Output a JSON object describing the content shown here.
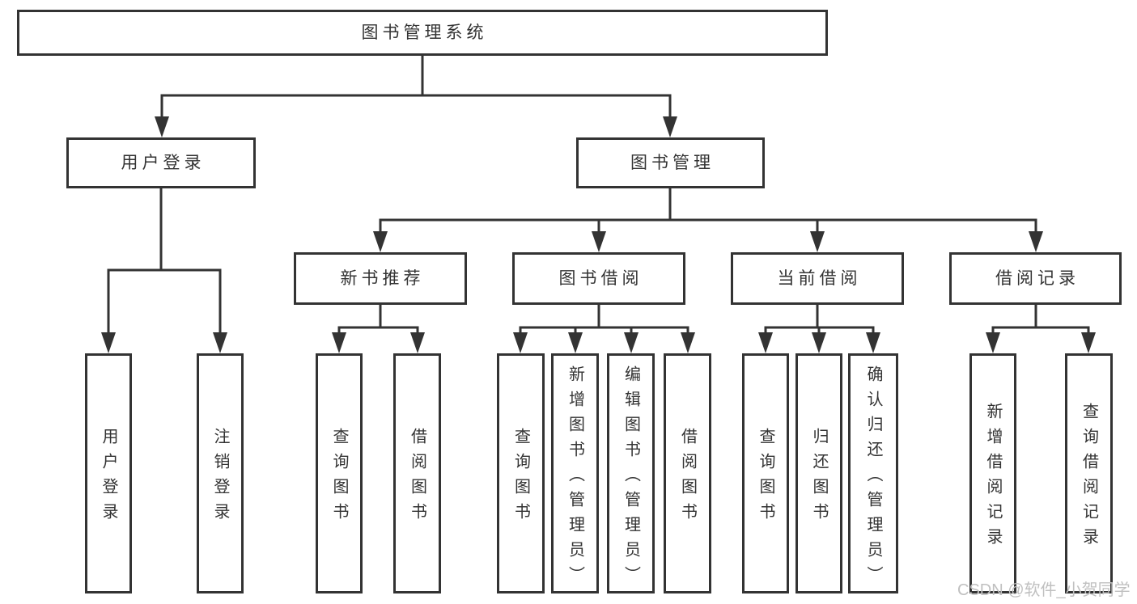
{
  "labels": {
    "root": "图书管理系统",
    "user_login": "用户登录",
    "book_mgmt": "图书管理",
    "new_book_rec": "新书推荐",
    "book_borrow": "图书借阅",
    "current_borrow": "当前借阅",
    "borrow_record": "借阅记录",
    "leaf_user_login": "用户登录",
    "leaf_logout": "注销登录",
    "leaf_query_book_1": "查询图书",
    "leaf_borrow_book_1": "借阅图书",
    "leaf_query_book_2": "查询图书",
    "leaf_add_book_admin": "新增图书（管理员）",
    "leaf_edit_book_admin": "编辑图书（管理员）",
    "leaf_borrow_book_2": "借阅图书",
    "leaf_query_book_3": "查询图书",
    "leaf_return_book": "归还图书",
    "leaf_confirm_return_admin": "确认归还（管理员）",
    "leaf_add_borrow_record": "新增借阅记录",
    "leaf_query_borrow_record": "查询借阅记录"
  },
  "tree": {
    "root": "图书管理系统",
    "children": [
      {
        "label": "用户登录",
        "children": [
          "用户登录",
          "注销登录"
        ]
      },
      {
        "label": "图书管理",
        "children": [
          {
            "label": "新书推荐",
            "children": [
              "查询图书",
              "借阅图书"
            ]
          },
          {
            "label": "图书借阅",
            "children": [
              "查询图书",
              "新增图书（管理员）",
              "编辑图书（管理员）",
              "借阅图书"
            ]
          },
          {
            "label": "当前借阅",
            "children": [
              "查询图书",
              "归还图书",
              "确认归还（管理员）"
            ]
          },
          {
            "label": "借阅记录",
            "children": [
              "新增借阅记录",
              "查询借阅记录"
            ]
          }
        ]
      }
    ]
  },
  "watermark": {
    "text": "CSDN @软件_小贺同学"
  },
  "colors": {
    "line": "#333333",
    "box_border": "#333333",
    "text": "#333333",
    "watermark": "#c0c0c0",
    "background": "#ffffff"
  }
}
